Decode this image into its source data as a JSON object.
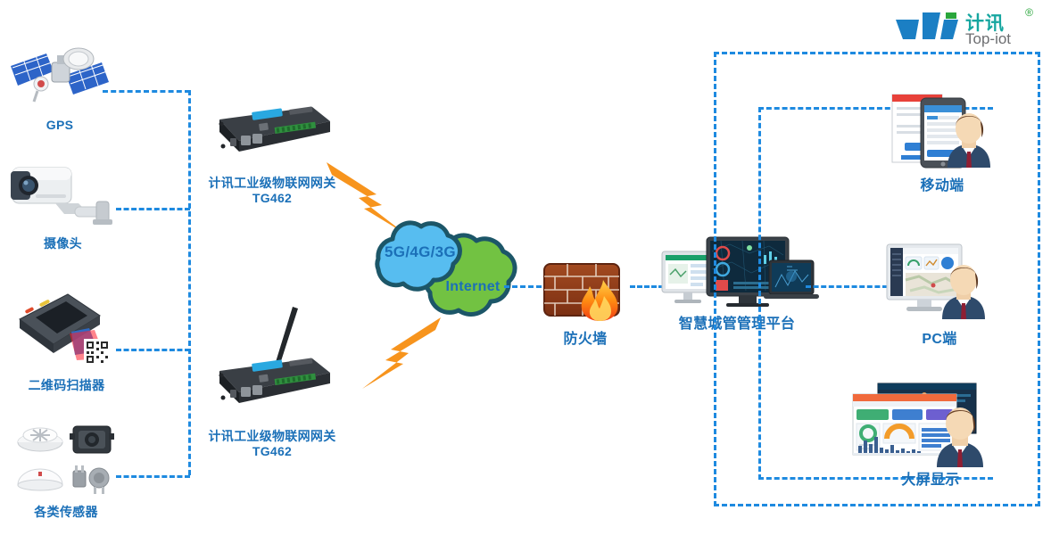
{
  "brand": {
    "mark": "Ti-logo-icon",
    "cn_name": "计讯",
    "en_name": "Top-iot",
    "trademark": "®",
    "teal": "#16a6a0",
    "gray": "#6d6e71"
  },
  "palette": {
    "dash_blue": "#1e8ae0",
    "label_blue": "#1b70b8",
    "lightning_orange": "#f7941d",
    "cloud_blue": "#57bdf0",
    "cloud_green": "#72c242",
    "cloud_outline": "#16495c",
    "brick": "#8c3b17",
    "flame": "#ff7a18"
  },
  "left_devices": [
    {
      "id": "gps",
      "label": "GPS",
      "icon": "satellite-icon"
    },
    {
      "id": "camera",
      "label": "摄像头",
      "icon": "cctv-camera-icon"
    },
    {
      "id": "scanner",
      "label": "二维码扫描器",
      "icon": "qr-scanner-icon"
    },
    {
      "id": "sensors",
      "label": "各类传感器",
      "icon": "sensors-group-icon"
    }
  ],
  "gateways": [
    {
      "id": "gw-top",
      "label": "计讯工业级物联网网关\nTG462",
      "icon": "iot-gateway-icon",
      "antenna": false
    },
    {
      "id": "gw-bottom",
      "label": "计讯工业级物联网网关\nTG462",
      "icon": "iot-gateway-antenna-icon",
      "antenna": true
    }
  ],
  "network": {
    "cloud_mobile_label": "5G/4G/3G",
    "cloud_internet_label": "Internet",
    "firewall_label": "防火墙",
    "firewall_icon": "firewall-icon",
    "lightning_icon": "lightning-bolt-icon"
  },
  "platform": {
    "label": "智慧城管管理平台",
    "icon": "monitor-cluster-icon"
  },
  "terminals": [
    {
      "id": "mobile",
      "label": "移动端",
      "icon": "mobile-user-icon"
    },
    {
      "id": "pc",
      "label": "PC端",
      "icon": "pc-user-icon"
    },
    {
      "id": "bigscrn",
      "label": "大屏显示",
      "icon": "bigscreen-user-icon"
    }
  ]
}
